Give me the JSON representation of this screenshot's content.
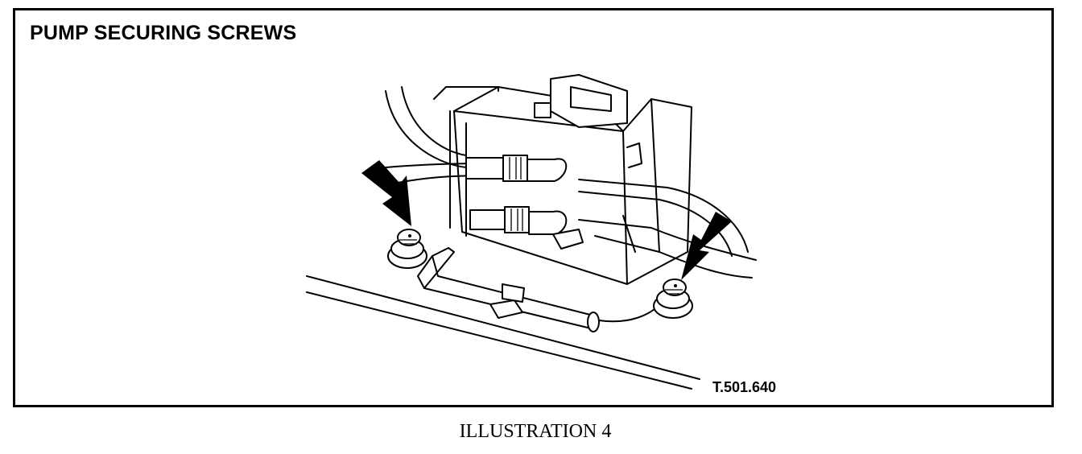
{
  "figure": {
    "title": "PUMP SECURING SCREWS",
    "reference_code": "T.501.640",
    "caption": "ILLUSTRATION 4",
    "icons": [
      "arrow-pointer-icon",
      "screw-icon"
    ]
  }
}
